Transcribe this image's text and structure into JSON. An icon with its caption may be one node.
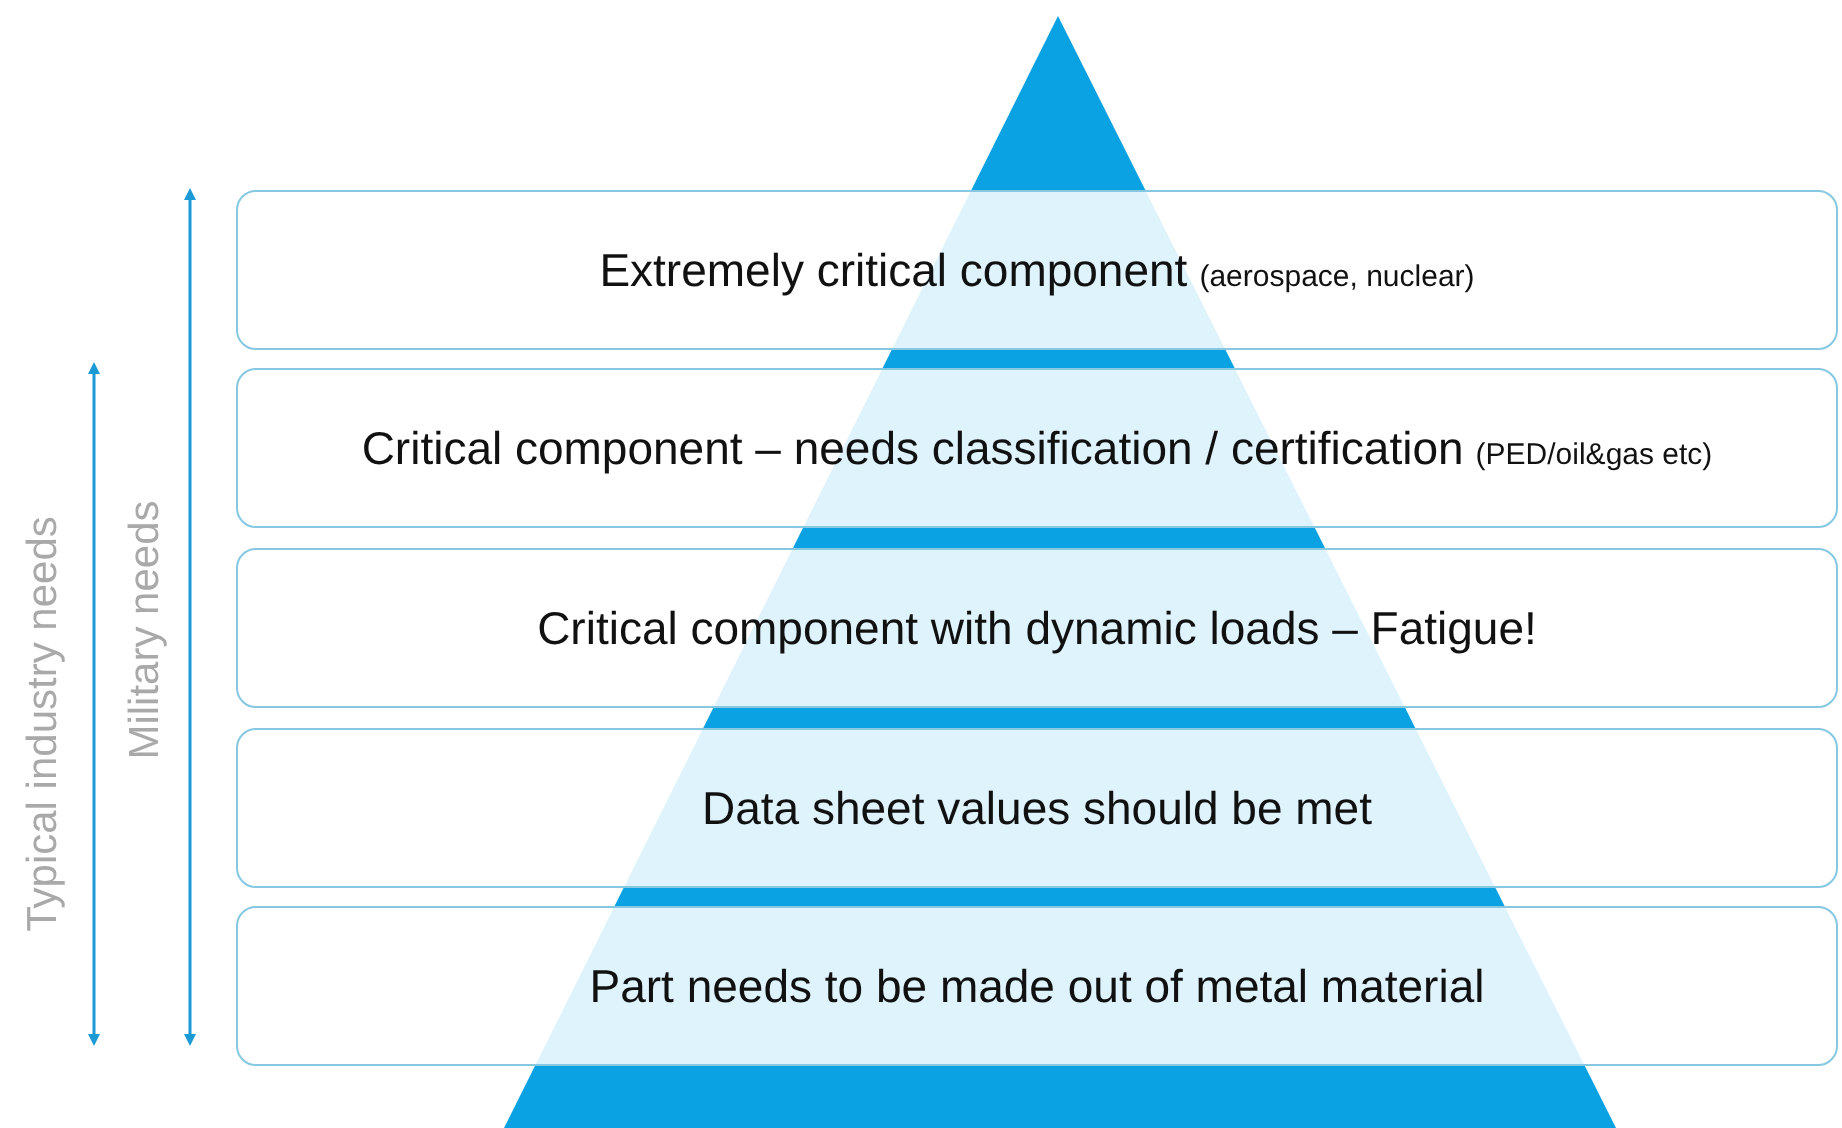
{
  "diagram": {
    "nodes": [
      {
        "text": [
          "Extremely critical component",
          "(aerospace, nuclear)"
        ]
      },
      {
        "text": [
          "Critical component – needs classification / certification",
          "(PED/oil&gas etc)"
        ]
      },
      {
        "text": [
          "Critical component with dynamic loads – Fatigue!"
        ]
      },
      {
        "text": [
          "Data sheet values should be met"
        ]
      },
      {
        "text": [
          "Part needs to be made out of metal material"
        ]
      }
    ],
    "labels": [
      "Typical industry needs",
      "Military needs"
    ]
  }
}
